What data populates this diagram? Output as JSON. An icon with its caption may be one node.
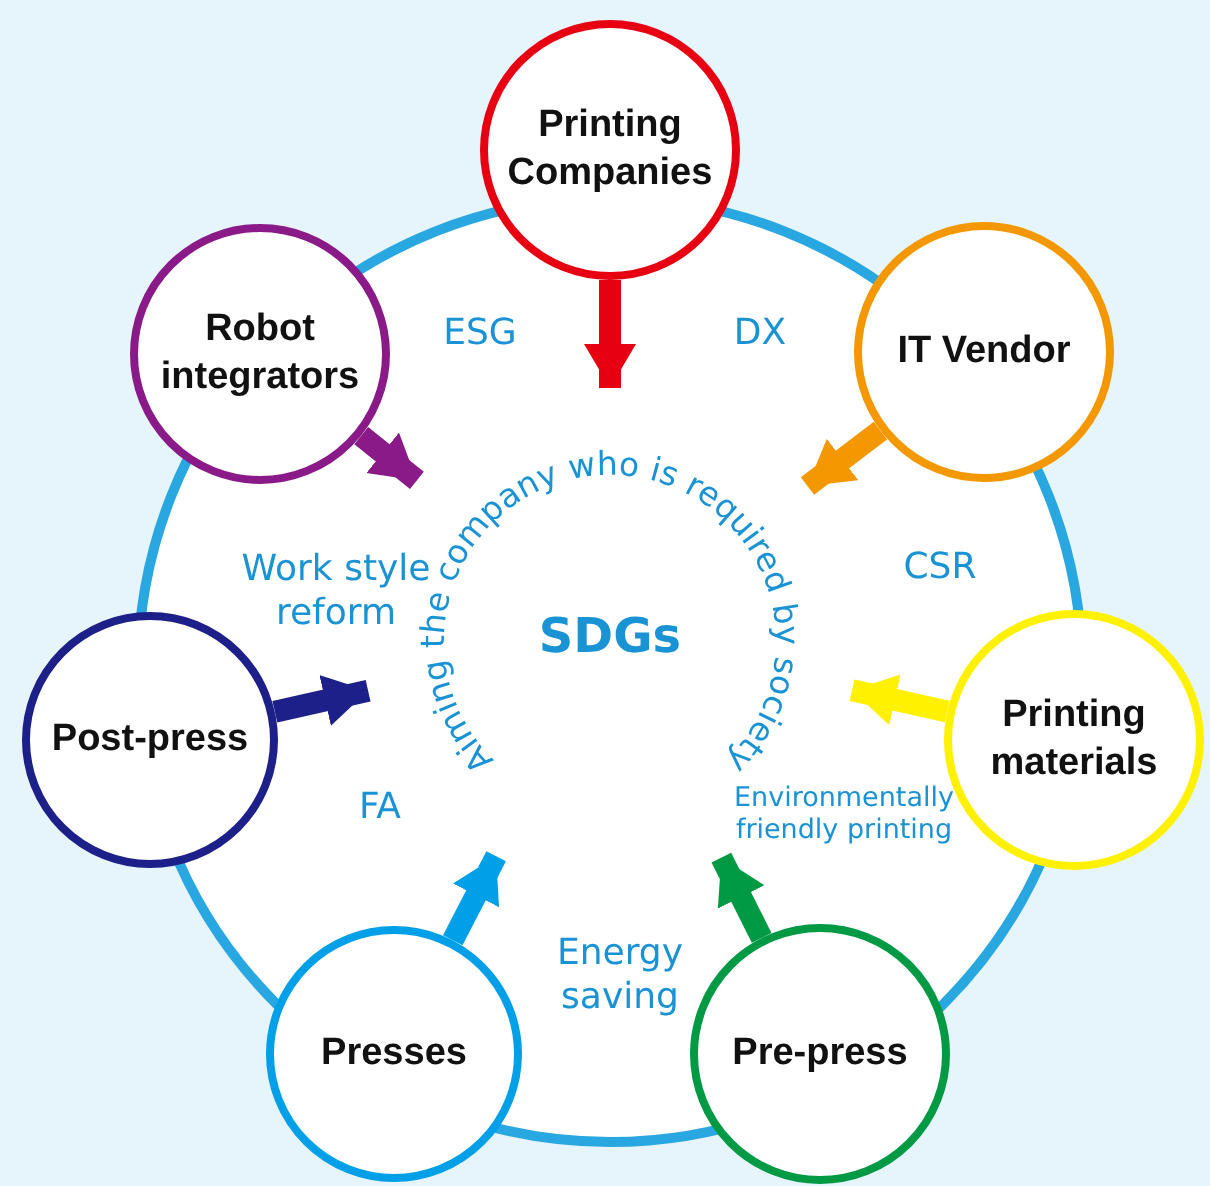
{
  "diagram": {
    "nodes": [
      {
        "text": [
          "Printing Companies"
        ]
      },
      {
        "text": [
          "Robot integrators"
        ]
      },
      {
        "text": [
          "IT Vendor"
        ]
      },
      {
        "text": [
          "Post-press"
        ]
      },
      {
        "text": [
          "Printing materials"
        ]
      },
      {
        "text": [
          "Presses"
        ]
      },
      {
        "text": [
          "Pre-press"
        ]
      },
      {
        "text": [
          "SDGs",
          "Aiming the company who is required by society"
        ]
      }
    ],
    "edges": [
      {
        "from": 0,
        "to": 7,
        "arrow": "to",
        "color": "#e60012"
      },
      {
        "from": 1,
        "to": 7,
        "arrow": "to",
        "color": "#8b1a89"
      },
      {
        "from": 2,
        "to": 7,
        "arrow": "to",
        "color": "#f39800"
      },
      {
        "from": 3,
        "to": 7,
        "arrow": "to",
        "color": "#1d2088"
      },
      {
        "from": 4,
        "to": 7,
        "arrow": "to",
        "color": "#fff100"
      },
      {
        "from": 5,
        "to": 7,
        "arrow": "to",
        "color": "#00a0e9"
      },
      {
        "from": 6,
        "to": 7,
        "arrow": "to",
        "color": "#009944"
      }
    ],
    "labels": [
      "ESG",
      "DX",
      "Work style reform",
      "CSR",
      "FA",
      "Environmentally friendly printing",
      "Energy saving"
    ]
  }
}
